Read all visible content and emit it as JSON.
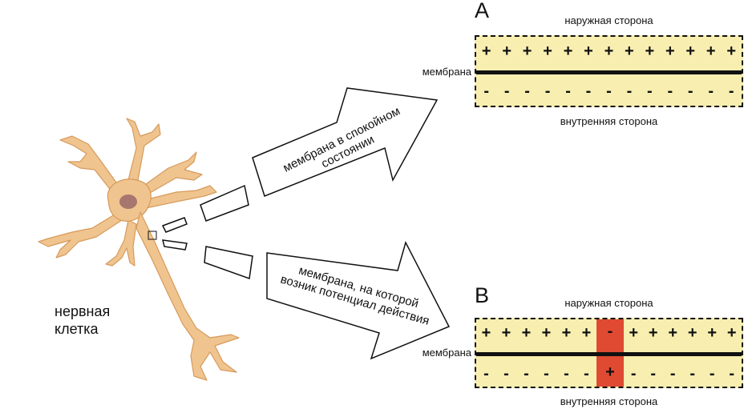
{
  "panel_a": {
    "letter": "A",
    "outer_label": "наружная сторона",
    "inner_label": "внутренняя сторона",
    "membrane_label": "мембрана",
    "top_signs": [
      "+",
      "+",
      "+",
      "+",
      "+",
      "+",
      "+",
      "+",
      "+",
      "+",
      "+",
      "+",
      "+"
    ],
    "bottom_signs": [
      "-",
      "-",
      "-",
      "-",
      "-",
      "-",
      "-",
      "-",
      "-",
      "-",
      "-",
      "-",
      "-"
    ]
  },
  "panel_b": {
    "letter": "B",
    "outer_label": "наружная сторона",
    "inner_label": "внутренняя сторона",
    "membrane_label": "мембрана",
    "top_signs_left": [
      "+",
      "+",
      "+",
      "+",
      "+",
      "+"
    ],
    "top_signs_right": [
      "+",
      "+",
      "+",
      "+",
      "+",
      "+"
    ],
    "bottom_signs_left": [
      "-",
      "-",
      "-",
      "-",
      "-",
      "-"
    ],
    "bottom_signs_right": [
      "-",
      "-",
      "-",
      "-",
      "-",
      "-"
    ],
    "band_top_sign": "-",
    "band_bottom_sign": "+"
  },
  "arrow_top": {
    "line1": "мембрана в спокойном",
    "line2": "состоянии"
  },
  "arrow_bottom": {
    "line1": "мембрана, на которой",
    "line2": "возник потенциал действия"
  },
  "cell_label": {
    "line1": "нервная",
    "line2": "клетка"
  },
  "colors": {
    "membrane_fill": "#f7eeb0",
    "action_potential_band": "#e04a32",
    "neuron_fill": "#f0c48e",
    "neuron_outline": "#d69a5c",
    "nucleus": "#9a6a6a"
  }
}
